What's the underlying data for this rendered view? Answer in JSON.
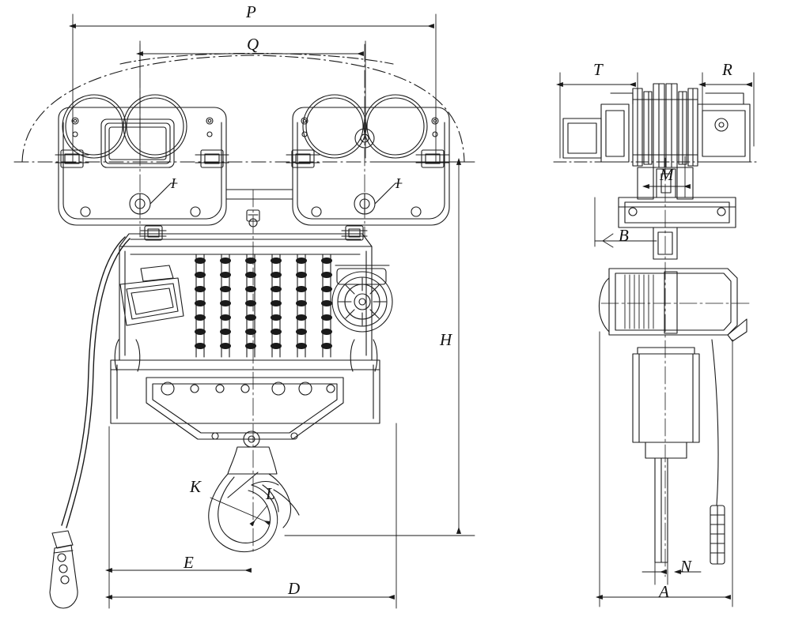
{
  "drawing": {
    "title": "Electric chain hoist with motorized trolley - dimensional drawing",
    "views": [
      {
        "name": "front-view",
        "description": "Front elevation of hoist and trolley with chain, hook and pendant control"
      },
      {
        "name": "side-view",
        "description": "Side elevation of hoist and trolley"
      }
    ],
    "line_color": "#1a1a1a",
    "background_color": "#ffffff"
  },
  "dimension_labels": [
    {
      "id": "P",
      "text": "P",
      "view": "front-view",
      "position": "top-overall-width"
    },
    {
      "id": "Q",
      "text": "Q",
      "view": "front-view",
      "position": "top-wheel-centers"
    },
    {
      "id": "H",
      "text": "H",
      "view": "front-view",
      "position": "right-overall-height"
    },
    {
      "id": "K",
      "text": "K",
      "view": "front-view",
      "position": "hook-throat"
    },
    {
      "id": "L",
      "text": "L",
      "view": "front-view",
      "position": "hook-opening"
    },
    {
      "id": "E",
      "text": "E",
      "view": "front-view",
      "position": "bottom-left-offset"
    },
    {
      "id": "D",
      "text": "D",
      "view": "front-view",
      "position": "bottom-overall"
    },
    {
      "id": "I",
      "text": "I",
      "view": "front-view",
      "position": "trolley-side-plate-left"
    },
    {
      "id": "I2",
      "text": "I",
      "view": "front-view",
      "position": "trolley-side-plate-right"
    },
    {
      "id": "T",
      "text": "T",
      "view": "side-view",
      "position": "top-left-width"
    },
    {
      "id": "R",
      "text": "R",
      "view": "side-view",
      "position": "top-right-width"
    },
    {
      "id": "M",
      "text": "M",
      "view": "side-view",
      "position": "upper-center-width"
    },
    {
      "id": "B",
      "text": "B",
      "view": "side-view",
      "position": "left-height-reference"
    },
    {
      "id": "N",
      "text": "N",
      "view": "side-view",
      "position": "bottom-chain-width"
    },
    {
      "id": "A",
      "text": "A",
      "view": "side-view",
      "position": "bottom-overall-width"
    }
  ]
}
